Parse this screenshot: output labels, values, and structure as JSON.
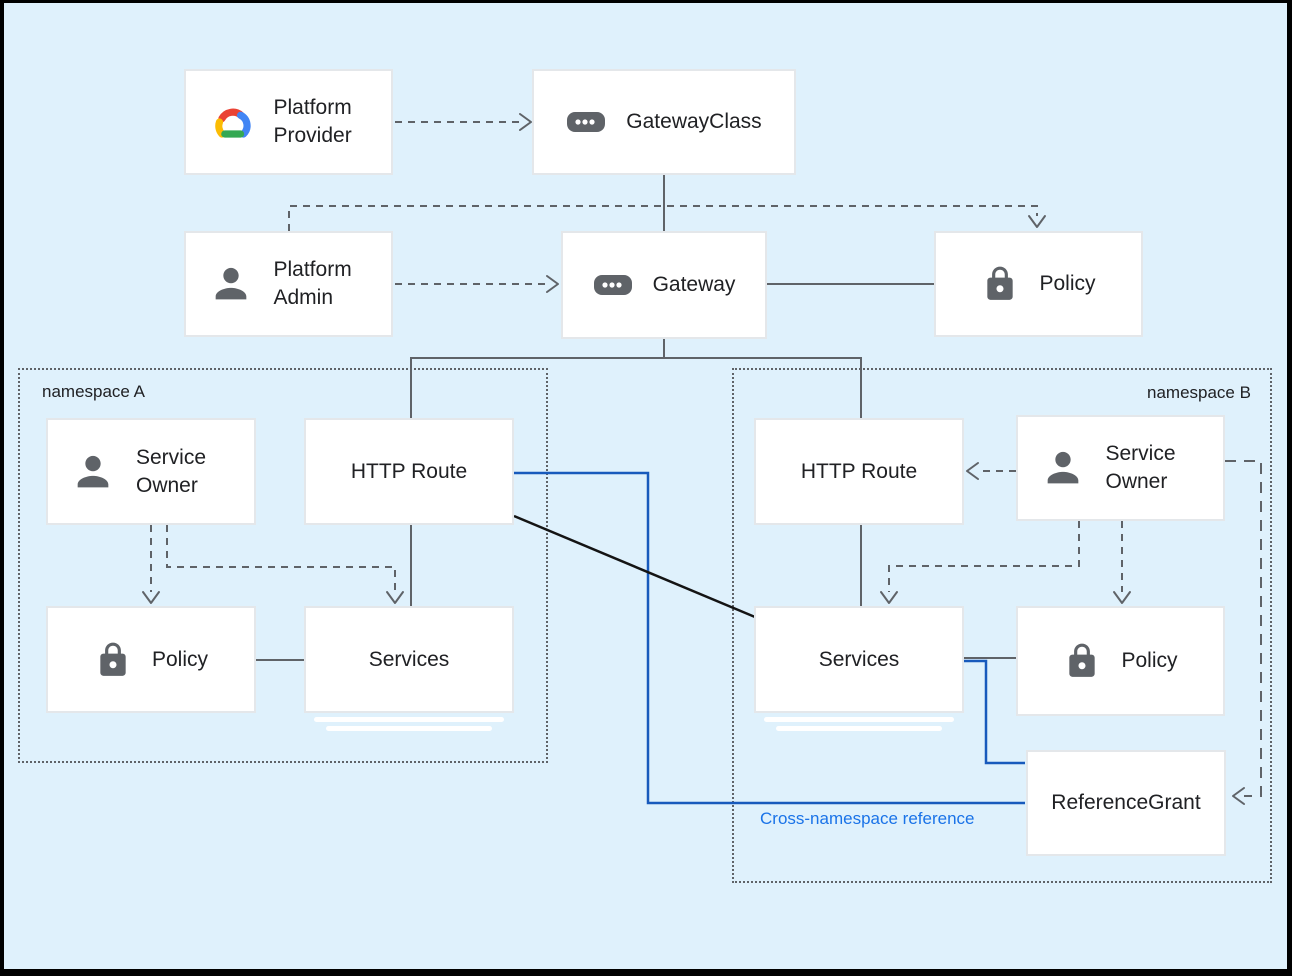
{
  "colors": {
    "background": "#dff1fc",
    "frame": "#000000",
    "box_fill": "#ffffff",
    "box_border": "#e4e7ea",
    "node_text": "#202124",
    "line_gray": "#5f6368",
    "line_blue": "#185abc",
    "line_black": "#141414",
    "icon_gray": "#5f6368",
    "annotation_blue": "#1a73e8",
    "gcp_red": "#ea4335",
    "gcp_blue": "#4285f4",
    "gcp_green": "#34a853",
    "gcp_yellow": "#fbbc04"
  },
  "namespaces": {
    "a": {
      "label": "namespace A"
    },
    "b": {
      "label": "namespace B"
    }
  },
  "nodes": {
    "platform_provider": {
      "label": "Platform Provider",
      "icon": "google-cloud-logo"
    },
    "gateway_class": {
      "label": "GatewayClass",
      "icon": "resource-icon"
    },
    "platform_admin": {
      "label": "Platform Admin",
      "icon": "person-icon"
    },
    "gateway": {
      "label": "Gateway",
      "icon": "resource-icon"
    },
    "policy_top": {
      "label": "Policy",
      "icon": "lock-icon"
    },
    "service_owner_a": {
      "label": "Service Owner",
      "icon": "person-icon"
    },
    "http_route_a": {
      "label": "HTTP Route"
    },
    "policy_a": {
      "label": "Policy",
      "icon": "lock-icon"
    },
    "services_a": {
      "label": "Services"
    },
    "http_route_b": {
      "label": "HTTP Route"
    },
    "service_owner_b": {
      "label": "Service Owner",
      "icon": "person-icon"
    },
    "services_b": {
      "label": "Services"
    },
    "policy_b": {
      "label": "Policy",
      "icon": "lock-icon"
    },
    "reference_grant": {
      "label": "ReferenceGrant"
    }
  },
  "annotations": {
    "cross_namespace": {
      "label": "Cross-namespace reference"
    }
  }
}
